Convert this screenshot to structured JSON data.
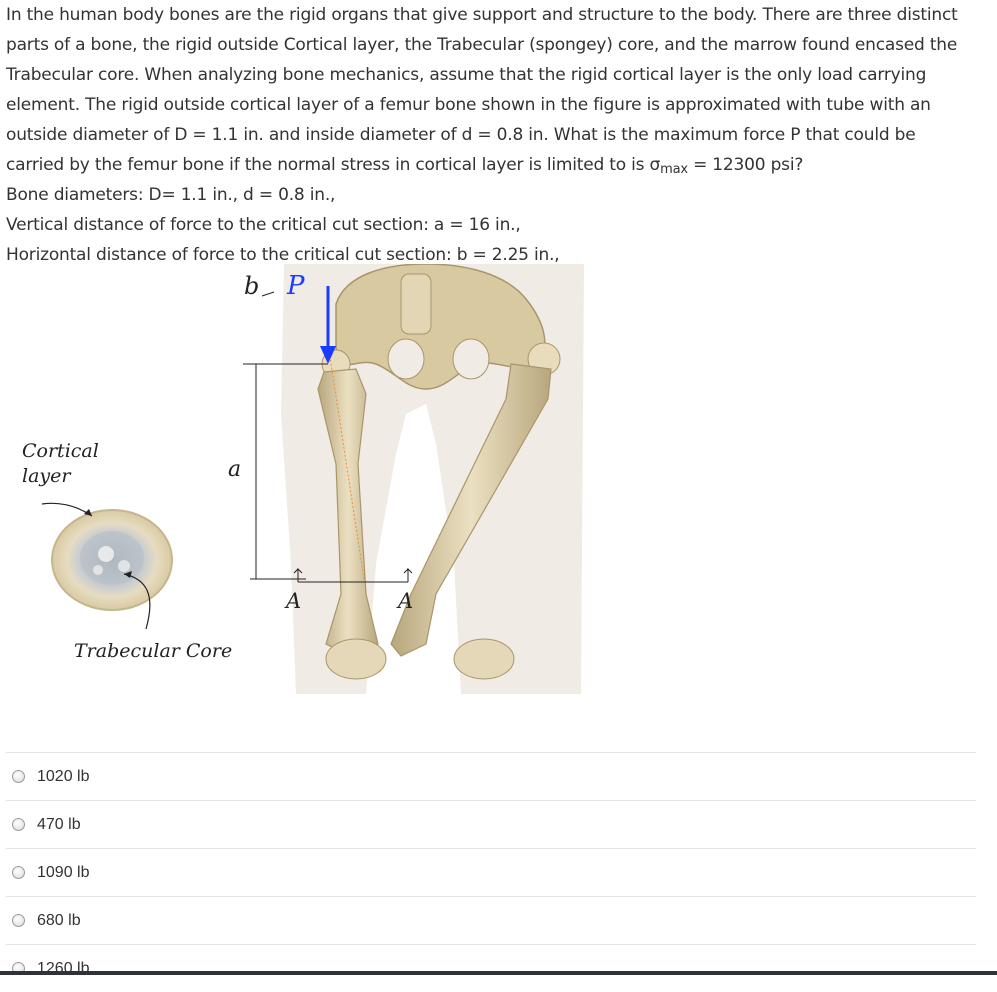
{
  "question": {
    "paragraph": "In the human body bones are the rigid organs that give support and structure to the body. There are three distinct parts of a bone, the rigid outside Cortical layer, the Trabecular (spongey) core, and the marrow found encased the Trabecular core. When analyzing bone mechanics, assume that the rigid cortical layer is the only load carrying element. The rigid outside cortical layer of a femur bone shown in the figure is approximated with tube with an outside diameter of D = 1.1 in. and inside diameter of d = 0.8 in. What is the maximum force P that could be carried by the femur bone if the normal stress in cortical layer is limited to is σ",
    "sigma_sub": "max",
    "sigma_value": " = 12300 psi?",
    "diameters": "Bone diameters: D= 1.1 in., d = 0.8 in.,",
    "vertical": "Vertical distance of force to the critical cut section: a = 16 in.,",
    "horizontal": "Horizontal distance of force to the critical cut section: b = 2.25 in.,"
  },
  "figure": {
    "label_b": "b",
    "label_p": "P",
    "label_a": "a",
    "label_cortical_1": "Cortical",
    "label_cortical_2": "layer",
    "label_trabecular": "Trabecular Core",
    "label_A_left": "A",
    "label_A_right": "A"
  },
  "options": [
    {
      "label": "1020 lb"
    },
    {
      "label": "470 lb"
    },
    {
      "label": "1090 lb"
    },
    {
      "label": "680 lb"
    },
    {
      "label": "1260 lb"
    }
  ],
  "colors": {
    "force_arrow": "#1a3cff",
    "bone": "#d9c9a1",
    "skin": "#f1ebe6"
  }
}
